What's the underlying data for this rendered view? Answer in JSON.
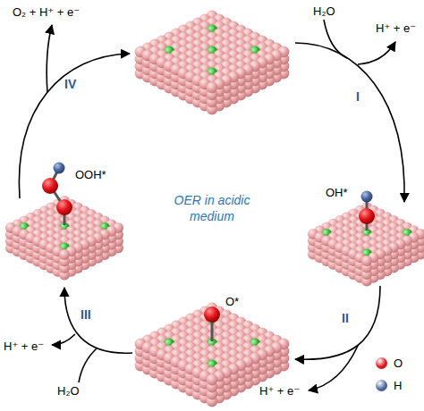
{
  "diagram": {
    "labels": [
      "O₂ + H⁺ + e⁻",
      "H₂O",
      "H⁺ + e⁻",
      "IV",
      "I",
      "OOH*",
      "OH*",
      "OER in acidic medium",
      "O*",
      "III",
      "II",
      "H⁺ + e⁻",
      "H⁺ + e⁻",
      "H₂O"
    ],
    "legend": [
      {
        "text": "O",
        "color": "#e3161c"
      },
      {
        "text": "H",
        "color": "#4a68a0"
      }
    ]
  }
}
